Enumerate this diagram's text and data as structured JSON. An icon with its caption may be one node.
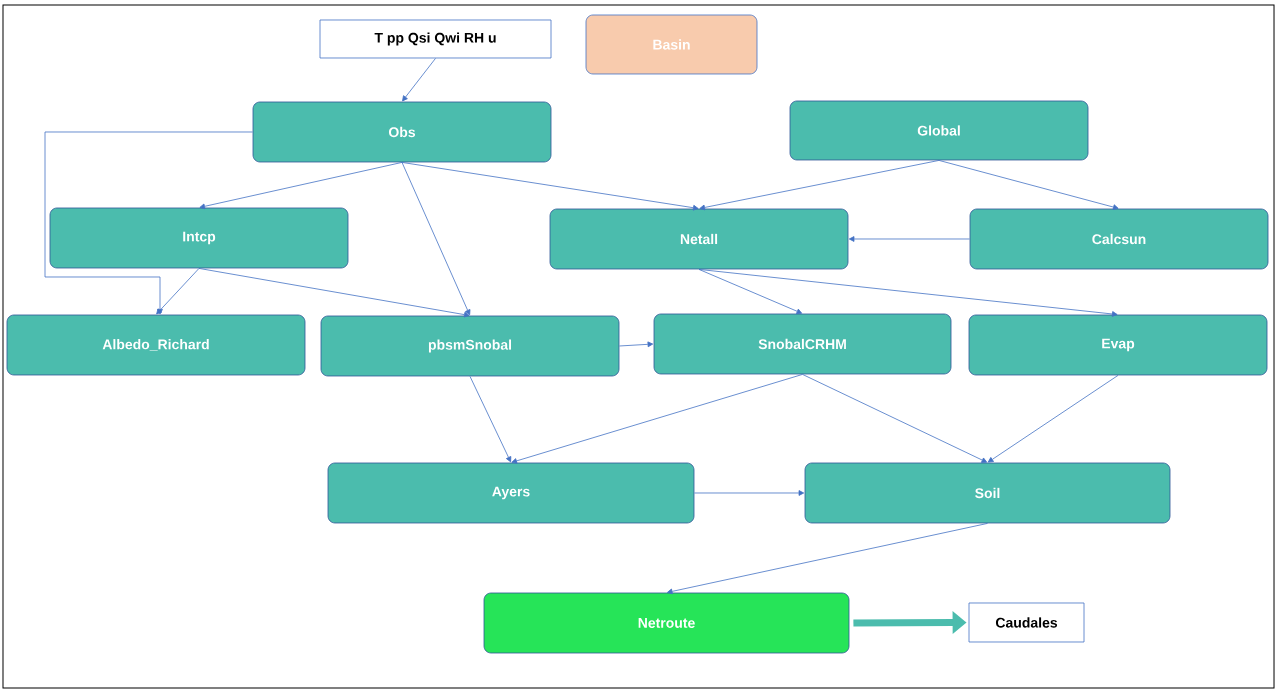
{
  "diagram": {
    "nodes": [
      {
        "text": [
          "T pp Qsi Qwi RH u"
        ]
      },
      {
        "text": [
          "Basin"
        ]
      },
      {
        "text": [
          "Obs"
        ]
      },
      {
        "text": [
          "Global"
        ]
      },
      {
        "text": [
          "Intcp"
        ]
      },
      {
        "text": [
          "Netall"
        ]
      },
      {
        "text": [
          "Calcsun"
        ]
      },
      {
        "text": [
          "Albedo_Richard"
        ]
      },
      {
        "text": [
          "pbsmSnobal"
        ]
      },
      {
        "text": [
          "SnobalCRHM"
        ]
      },
      {
        "text": [
          "Evap"
        ]
      },
      {
        "text": [
          "Ayers"
        ]
      },
      {
        "text": [
          "Soil"
        ]
      },
      {
        "text": [
          "Netroute"
        ]
      },
      {
        "text": [
          "Caudales"
        ]
      }
    ],
    "edges": [
      {
        "from": 0,
        "to": 2,
        "arrow": "to"
      },
      {
        "from": 2,
        "to": 7,
        "arrow": "to"
      },
      {
        "from": 2,
        "to": 4,
        "arrow": "to"
      },
      {
        "from": 2,
        "to": 8,
        "arrow": "to"
      },
      {
        "from": 2,
        "to": 5,
        "arrow": "to"
      },
      {
        "from": 3,
        "to": 5,
        "arrow": "to"
      },
      {
        "from": 3,
        "to": 6,
        "arrow": "to"
      },
      {
        "from": 6,
        "to": 5,
        "arrow": "to"
      },
      {
        "from": 4,
        "to": 7,
        "arrow": "to"
      },
      {
        "from": 4,
        "to": 8,
        "arrow": "to"
      },
      {
        "from": 8,
        "to": 9,
        "arrow": "to"
      },
      {
        "from": 5,
        "to": 9,
        "arrow": "to"
      },
      {
        "from": 5,
        "to": 10,
        "arrow": "to"
      },
      {
        "from": 8,
        "to": 11,
        "arrow": "to"
      },
      {
        "from": 9,
        "to": 11,
        "arrow": "to"
      },
      {
        "from": 9,
        "to": 12,
        "arrow": "to"
      },
      {
        "from": 10,
        "to": 12,
        "arrow": "to"
      },
      {
        "from": 11,
        "to": 12,
        "arrow": "to"
      },
      {
        "from": 12,
        "to": 13,
        "arrow": "to"
      },
      {
        "from": 13,
        "to": 14,
        "arrow": "to",
        "style": "thick",
        "color": "#4bbcad"
      }
    ]
  }
}
